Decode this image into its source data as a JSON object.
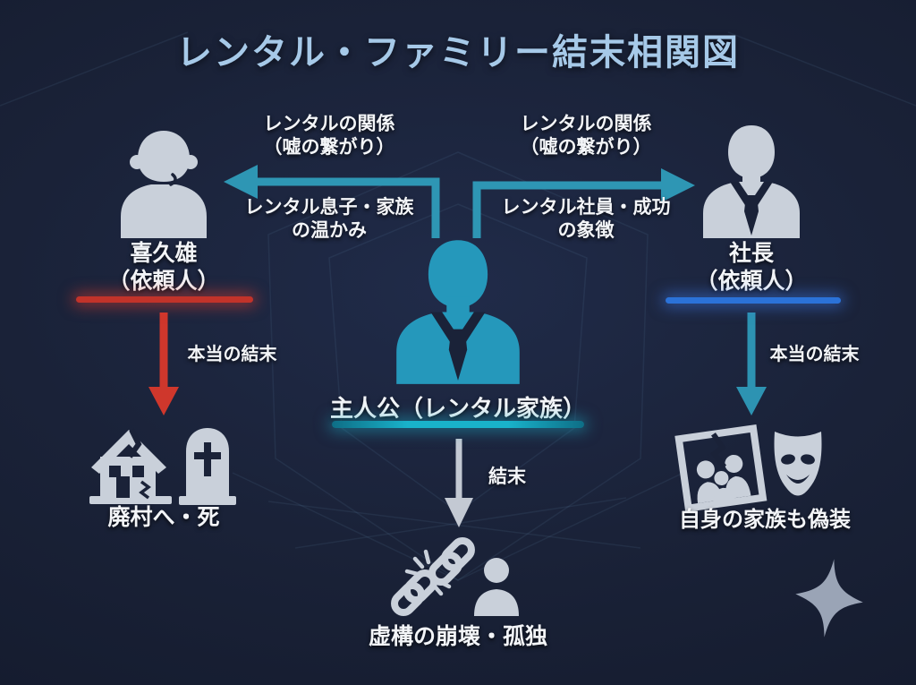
{
  "title": "レンタル・ファミリー結末相関図",
  "colors": {
    "background": "#1a2238",
    "title_text": "#a6c9e8",
    "teal_arrow": "#2e96b4",
    "teal_figure": "#2598bb",
    "teal_glow": "#19b2ca",
    "red": "#c2332a",
    "blue": "#2b72d8",
    "text": "#f3f5f8",
    "icon_gray": "#c9d0da",
    "sparkle_gray": "#9aa4b6"
  },
  "left": {
    "name": "喜久雄",
    "role": "（依頼人）",
    "relation_line1": "レンタルの関係",
    "relation_line2": "（嘘の繋がり）",
    "relation_sub_line1": "レンタル息子・家族",
    "relation_sub_line2": "の温かみ",
    "outcome_label": "本当の結末",
    "result": "廃村へ・死",
    "person_icon": "elderly-man-icon",
    "result_icons": [
      "broken-house-icon",
      "tombstone-icon"
    ]
  },
  "right": {
    "name": "社長",
    "role": "（依頼人）",
    "relation_line1": "レンタルの関係",
    "relation_line2": "（嘘の繋がり）",
    "relation_sub_line1": "レンタル社員・成功",
    "relation_sub_line2": "の象徴",
    "outcome_label": "本当の結末",
    "result": "自身の家族も偽装",
    "person_icon": "businessman-icon",
    "result_icons": [
      "broken-photo-icon",
      "theater-mask-icon"
    ]
  },
  "center": {
    "name": "主人公（レンタル家族）",
    "outcome_label": "結末",
    "result": "虚構の崩壊・孤独",
    "person_icon": "businessman-teal-icon",
    "result_icons": [
      "broken-chain-icon",
      "lone-person-icon"
    ]
  },
  "decor": {
    "corner_icon": "sparkle-icon"
  }
}
